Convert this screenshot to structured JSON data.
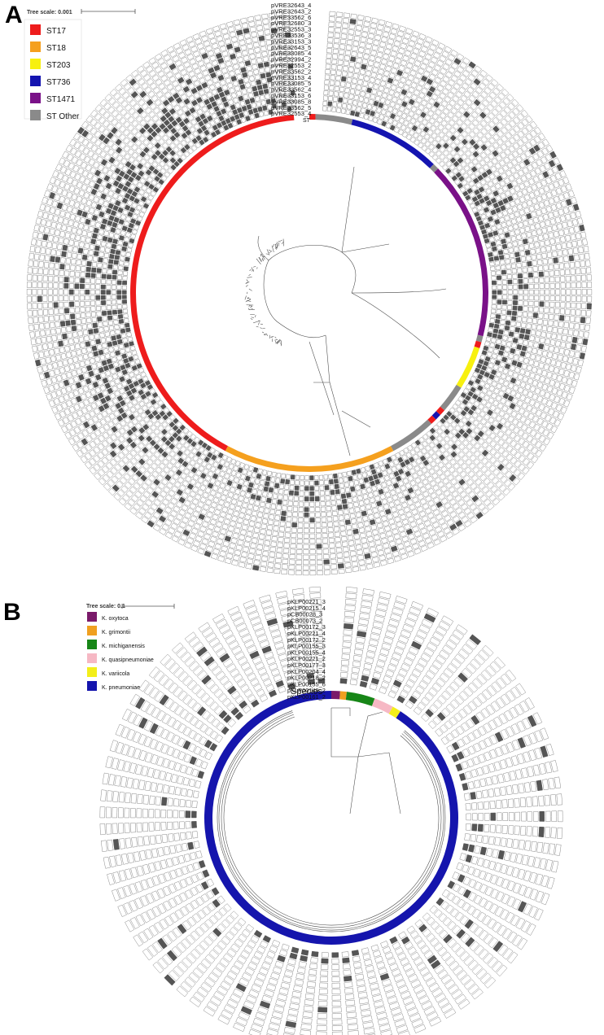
{
  "panel_a": {
    "letter": "A",
    "tree_scale": "Tree scale: 0.001",
    "legend": [
      {
        "label": "ST17",
        "color": "#ee1c1c"
      },
      {
        "label": "ST18",
        "color": "#f5a01e"
      },
      {
        "label": "ST203",
        "color": "#f7f00f"
      },
      {
        "label": "ST736",
        "color": "#1414b0"
      },
      {
        "label": "ST1471",
        "color": "#7a1188"
      },
      {
        "label": "ST Other",
        "color": "#8a8a8a"
      }
    ],
    "strip_label": "ST",
    "plasmid_labels": [
      "pVRE32643_4",
      "pVRE32643_2",
      "pVRE33562_6",
      "pVRE32680_3",
      "pVRE32553_3",
      "pVRE33536_3",
      "pVRE33153_3",
      "pVRE32643_5",
      "pVRE33085_4",
      "pVRE32994_2",
      "pVRE32553_2",
      "pVRE33562_2",
      "pVRE33153_4",
      "pVRE33085_5",
      "pVRE33562_4",
      "pVRE33153_6",
      "pVRE33085_8",
      "pVRE33562_5",
      "pVRE32553_4"
    ],
    "color_segments": [
      {
        "st": "ST17",
        "start_deg": 0,
        "end_deg": 2
      },
      {
        "st": "ST Other",
        "start_deg": 2,
        "end_deg": 14
      },
      {
        "st": "ST736",
        "start_deg": 14,
        "end_deg": 44
      },
      {
        "st": "ST Other",
        "start_deg": 44,
        "end_deg": 46
      },
      {
        "st": "ST1471",
        "start_deg": 46,
        "end_deg": 104
      },
      {
        "st": "ST Other",
        "start_deg": 104,
        "end_deg": 106
      },
      {
        "st": "ST17",
        "start_deg": 106,
        "end_deg": 108
      },
      {
        "st": "ST203",
        "start_deg": 108,
        "end_deg": 122
      },
      {
        "st": "ST Other",
        "start_deg": 122,
        "end_deg": 131
      },
      {
        "st": "ST17",
        "start_deg": 131,
        "end_deg": 133
      },
      {
        "st": "ST736",
        "start_deg": 133,
        "end_deg": 135
      },
      {
        "st": "ST17",
        "start_deg": 135,
        "end_deg": 137
      },
      {
        "st": "ST Other",
        "start_deg": 137,
        "end_deg": 152
      },
      {
        "st": "ST18",
        "start_deg": 152,
        "end_deg": 208
      },
      {
        "st": "ST17",
        "start_deg": 208,
        "end_deg": 355
      }
    ]
  },
  "panel_b": {
    "letter": "B",
    "tree_scale": "Tree scale: 0.1",
    "legend": [
      {
        "label": "K. oxytoca",
        "color": "#7a1a6a"
      },
      {
        "label": "K. grimontii",
        "color": "#f0a020"
      },
      {
        "label": "K. michiganensis",
        "color": "#178617"
      },
      {
        "label": "K. quasipneumoniae",
        "color": "#f6b8c4"
      },
      {
        "label": "K. variicola",
        "color": "#f3ee1a"
      },
      {
        "label": "K. pneumoniae",
        "color": "#1515ad"
      }
    ],
    "strip_label": "Species",
    "plasmid_labels": [
      "pKLP00221_3",
      "pKLP00215_4",
      "pCB00028_3",
      "pCB00073_2",
      "pKLP00172_3",
      "pKLP00221_4",
      "pKLP00172_2",
      "pKLP00155_3",
      "pKLP00155_4",
      "pKLP00221_2",
      "pKLP00177_3",
      "pKLP00204_4",
      "pKLP00218_2",
      "pKLP00155_6",
      "pKLP00149_2",
      "pKLP00161_2"
    ],
    "color_segments": [
      {
        "species": "K. oxytoca",
        "start_deg": 0,
        "end_deg": 4
      },
      {
        "species": "K. grimontii",
        "start_deg": 4,
        "end_deg": 7
      },
      {
        "species": "K. michiganensis",
        "start_deg": 7,
        "end_deg": 20
      },
      {
        "species": "K. quasipneumoniae",
        "start_deg": 20,
        "end_deg": 29
      },
      {
        "species": "K. variicola",
        "start_deg": 29,
        "end_deg": 33
      },
      {
        "species": "K. pneumoniae",
        "start_deg": 33,
        "end_deg": 360
      }
    ]
  }
}
